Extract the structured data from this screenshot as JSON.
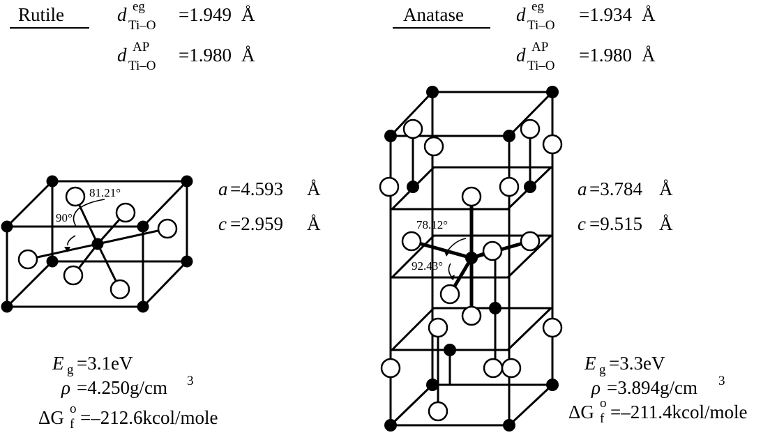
{
  "rutile": {
    "name": "Rutile",
    "d_eg_value": "=1.949",
    "d_ap_value": "=1.980",
    "angle_a": "81.21°",
    "angle_b": "90°",
    "a_value": "=4.593",
    "c_value": "=2.959",
    "eg_value": "=3.1eV",
    "rho_value": "=4.250g/cm",
    "dg_value": "=–212.6kcol/mole"
  },
  "anatase": {
    "name": "Anatase",
    "d_eg_value": "=1.934",
    "d_ap_value": "=1.980",
    "angle_a": "78.12°",
    "angle_b": "92.43°",
    "a_value": "=3.784",
    "c_value": "=9.515",
    "eg_value": "=3.3eV",
    "rho_value": "=3.894g/cm",
    "dg_value": "=–211.4kcol/mole"
  },
  "symbols": {
    "d": "d",
    "eg_sup": "eg",
    "ap_sup": "AP",
    "tio_sub": "Ti–O",
    "angstrom": "Å",
    "a": "a",
    "c": "c",
    "E": "E",
    "g_sub": "g",
    "rho": "ρ",
    "cubed": "3",
    "delta_g": "ΔG",
    "f_sub": "f",
    "o_sup": "o"
  }
}
